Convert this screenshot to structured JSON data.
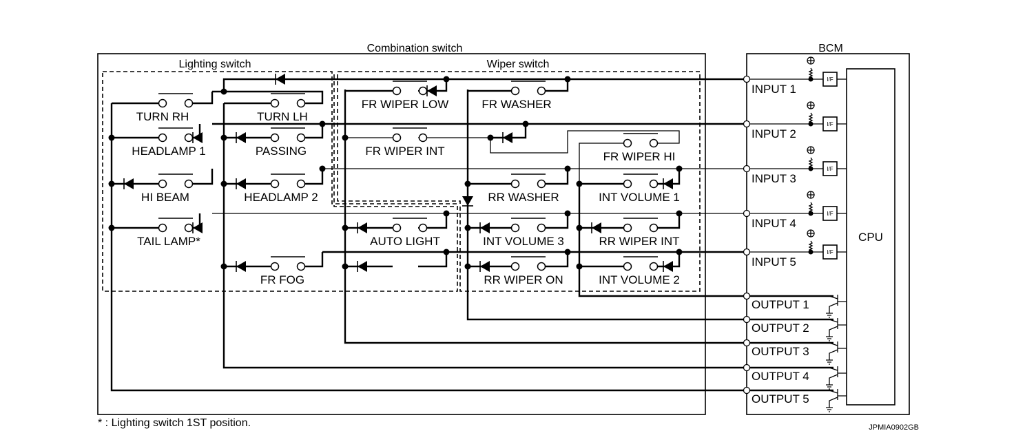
{
  "diagram": {
    "combination_switch_title": "Combination switch",
    "lighting_switch_title": "Lighting switch",
    "wiper_switch_title": "Wiper switch",
    "bcm_title": "BCM",
    "cpu_label": "CPU",
    "if_label": "I/F",
    "footnote": "* : Lighting switch 1ST position.",
    "figure_code": "JPMIA0902GB",
    "lighting_switches": [
      {
        "label": "TURN RH"
      },
      {
        "label": "TURN LH"
      },
      {
        "label": "HEADLAMP 1"
      },
      {
        "label": "PASSING"
      },
      {
        "label": "HI BEAM"
      },
      {
        "label": "HEADLAMP 2"
      },
      {
        "label": "TAIL LAMP*"
      },
      {
        "label": "FR FOG"
      },
      {
        "label": "AUTO LIGHT"
      }
    ],
    "wiper_switches": [
      {
        "label": "FR WIPER LOW"
      },
      {
        "label": "FR WASHER"
      },
      {
        "label": "FR WIPER INT"
      },
      {
        "label": "FR WIPER HI"
      },
      {
        "label": "RR WASHER"
      },
      {
        "label": "INT VOLUME 1"
      },
      {
        "label": "INT VOLUME 3"
      },
      {
        "label": "RR WIPER INT"
      },
      {
        "label": "RR WIPER ON"
      },
      {
        "label": "INT VOLUME 2"
      }
    ],
    "inputs": [
      "INPUT 1",
      "INPUT 2",
      "INPUT 3",
      "INPUT 4",
      "INPUT 5"
    ],
    "outputs": [
      "OUTPUT 1",
      "OUTPUT 2",
      "OUTPUT 3",
      "OUTPUT 4",
      "OUTPUT 5"
    ]
  }
}
